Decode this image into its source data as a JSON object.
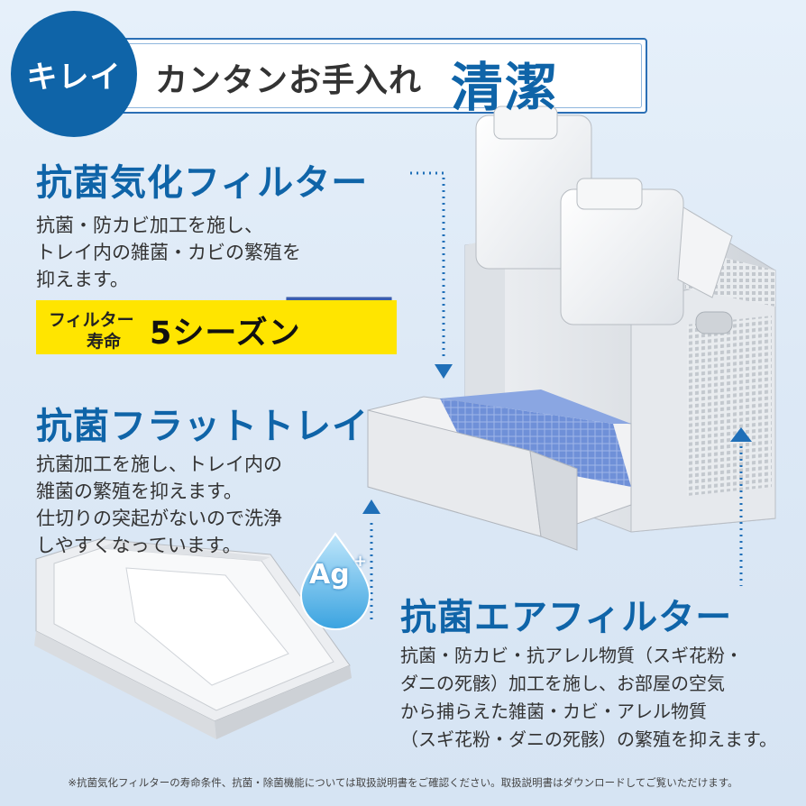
{
  "header": {
    "badge": "キレイ",
    "subtitle": "カンタンお手入れ",
    "headline": "清潔"
  },
  "filter_section": {
    "title": "抗菌気化フィルター",
    "lines": [
      "抗菌・防カビ加工を施し、",
      "トレイ内の雑菌・カビの繁殖を",
      "抑えます。"
    ],
    "badge_line1": "フィルター",
    "badge_line2": "寿命",
    "badge_value": "5シーズン"
  },
  "tray_section": {
    "title": "抗菌フラットトレイ",
    "lines": [
      "抗菌加工を施し、トレイ内の",
      "雑菌の繁殖を抑えます。",
      "仕切りの突起がないので洗浄",
      "しやすくなっています。"
    ],
    "ag_label": "Ag",
    "ag_sup": "+"
  },
  "air_section": {
    "title": "抗菌エアフィルター",
    "lines": [
      "抗菌・防カビ・抗アレル物質（スギ花粉・",
      "ダニの死骸）加工を施し、お部屋の空気",
      "から捕らえた雑菌・カビ・アレル物質",
      "（スギ花粉・ダニの死骸）の繁殖を抑えます。"
    ]
  },
  "footnote": "※抗菌気化フィルターの寿命条件、抗菌・除菌機能については取扱説明書をご確認ください。取扱説明書はダウンロードしてご覧いただけます。",
  "colors": {
    "brand_blue": "#0f64a8",
    "badge_yellow": "#ffe500",
    "filter_blue": "#5b7fd0"
  },
  "icons": [
    "water-drop-icon",
    "arrow-down-icon",
    "arrow-up-icon"
  ]
}
